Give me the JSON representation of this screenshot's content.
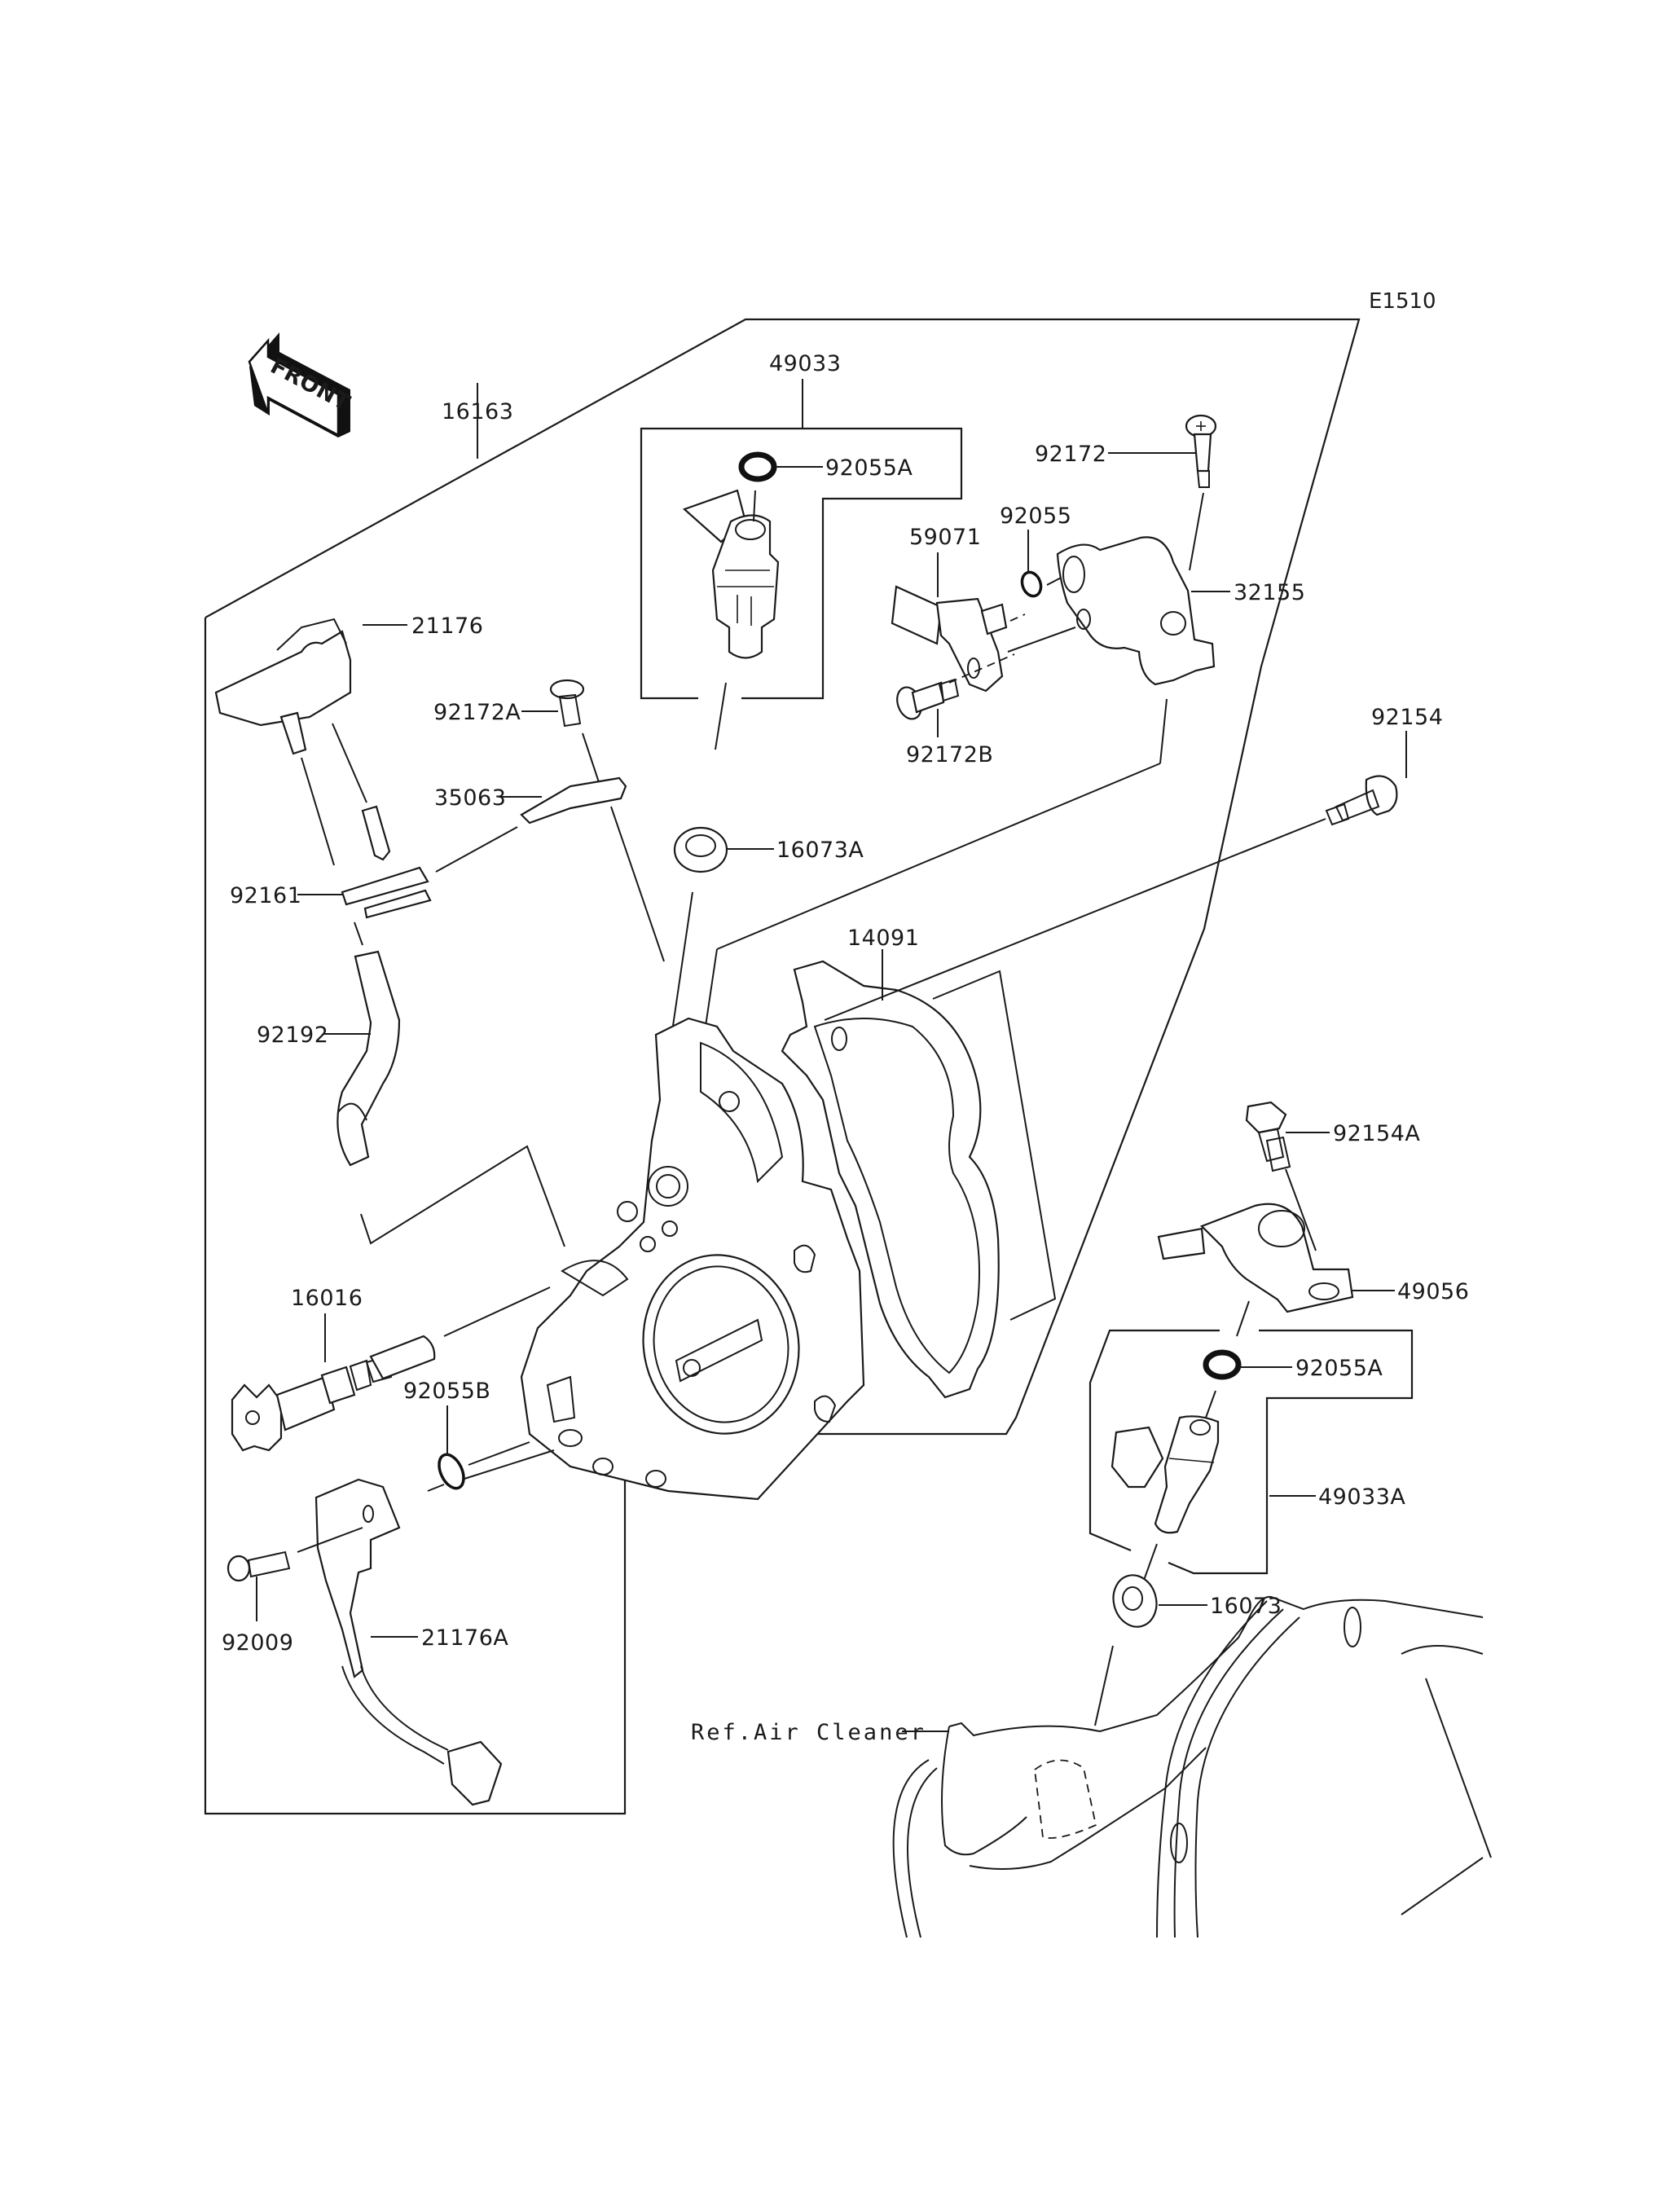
{
  "diagram": {
    "type": "exploded-parts-diagram",
    "subject": "Throttle body assembly",
    "figure_code": "E1510",
    "orientation_indicator": {
      "label": "FRONT",
      "icon": "front-arrow-icon",
      "direction": "left"
    },
    "assembly": {
      "part_number": "16163",
      "description": "Throttle body assembly (outlined group)"
    },
    "callouts": [
      {
        "id": "49033",
        "group": "injector-upper"
      },
      {
        "id": "92055A",
        "group": "injector-upper"
      },
      {
        "id": "16073A"
      },
      {
        "id": "92172"
      },
      {
        "id": "92055"
      },
      {
        "id": "59071"
      },
      {
        "id": "32155"
      },
      {
        "id": "92172B"
      },
      {
        "id": "21176"
      },
      {
        "id": "92172A"
      },
      {
        "id": "35063"
      },
      {
        "id": "92161"
      },
      {
        "id": "92192"
      },
      {
        "id": "14091"
      },
      {
        "id": "92154"
      },
      {
        "id": "92154A"
      },
      {
        "id": "49056"
      },
      {
        "id": "92055A",
        "group": "injector-lower"
      },
      {
        "id": "49033A",
        "group": "injector-lower"
      },
      {
        "id": "16073"
      },
      {
        "id": "16016"
      },
      {
        "id": "92055B"
      },
      {
        "id": "92009"
      },
      {
        "id": "21176A"
      }
    ],
    "reference_note": "Ref.Air Cleaner"
  }
}
